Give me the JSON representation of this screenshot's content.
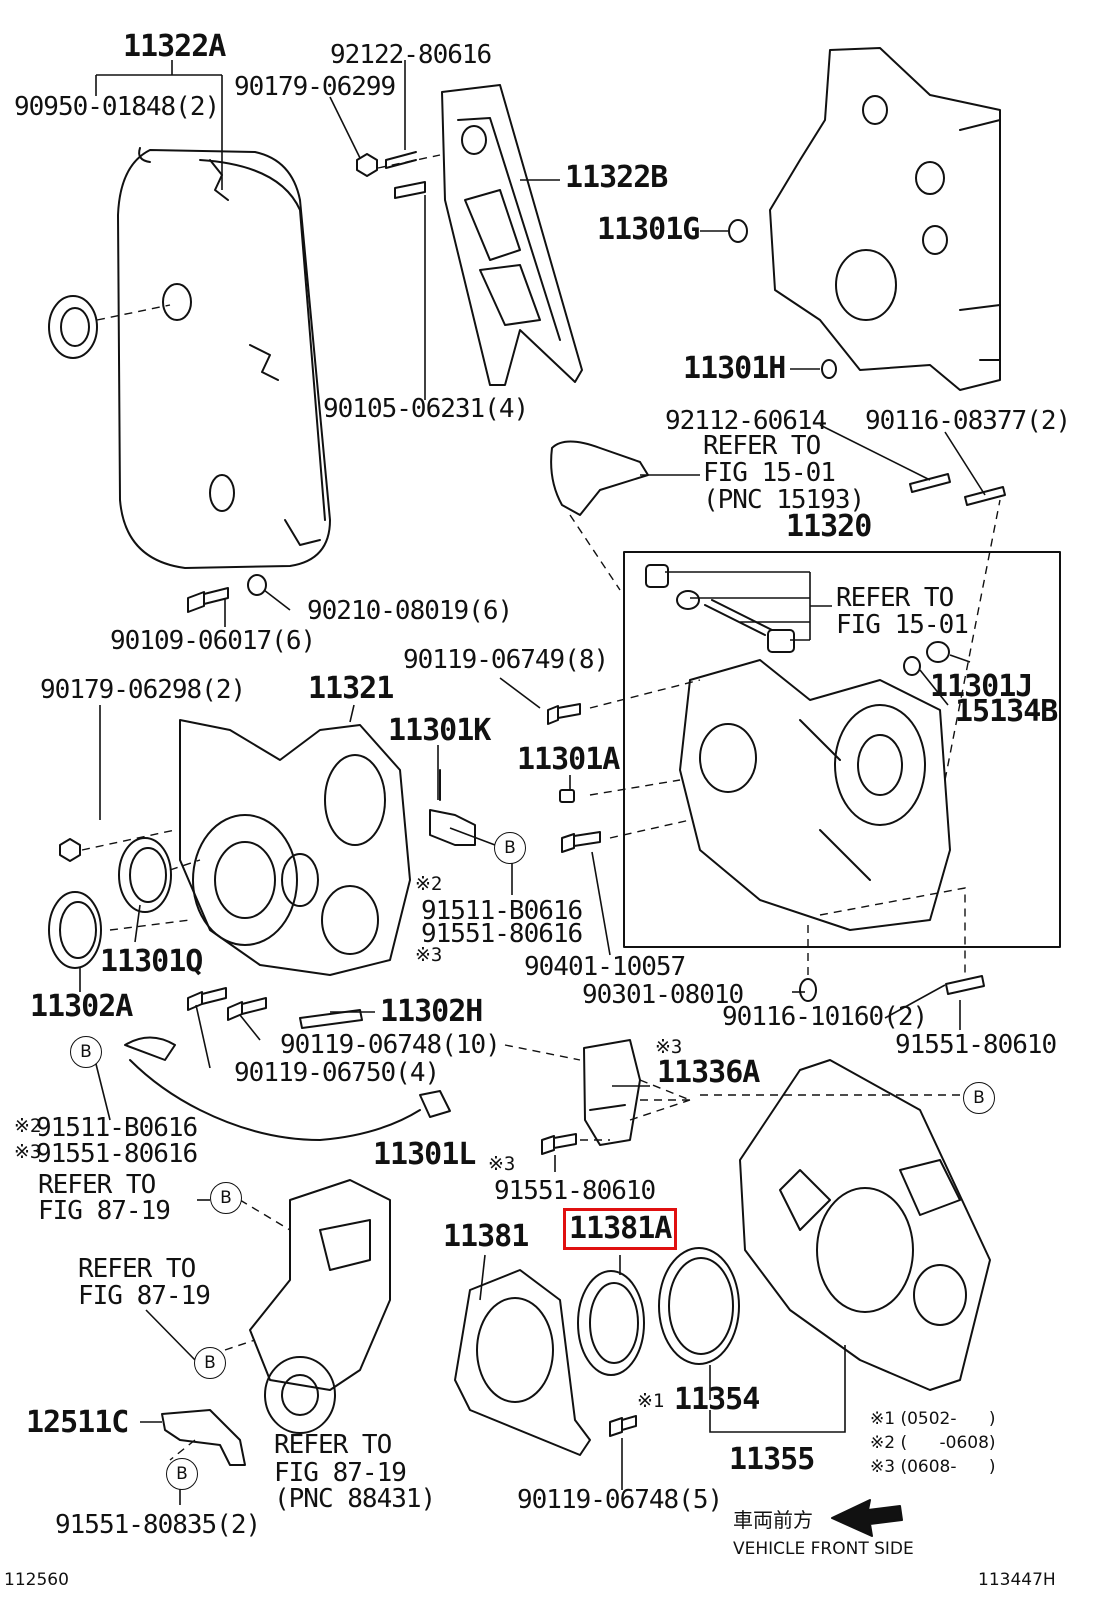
{
  "parts": {
    "p11322A": "11322A",
    "p90950": "90950-01848(2)",
    "p92122": "92122-80616",
    "p90179_06299": "90179-06299",
    "p11322B": "11322B",
    "p11301G": "11301G",
    "p11301H": "11301H",
    "p90105": "90105-06231(4)",
    "p92112": "92112-60614",
    "p90116_08377": "90116-08377(2)",
    "p11320": "11320",
    "p90109": "90109-06017(6)",
    "p90210": "90210-08019(6)",
    "p90119_06749": "90119-06749(8)",
    "p90179_06298": "90179-06298(2)",
    "p11321": "11321",
    "p11301K": "11301K",
    "p11301A": "11301A",
    "p11301J": "11301J",
    "p15134B": "15134B",
    "p11301Q": "11301Q",
    "p11302A": "11302A",
    "p91511_a": "91511-B0616",
    "p91551_a": "91551-80616",
    "p90401": "90401-10057",
    "p90301": "90301-08010",
    "p90116_10160": "90116-10160(2)",
    "p91551_80610_a": "91551-80610",
    "p11302H": "11302H",
    "p90119_06748_10": "90119-06748(10)",
    "p90119_06750": "90119-06750(4)",
    "p11336A": "11336A",
    "p91511_b": "91511-B0616",
    "p91551_b": "91551-80616",
    "p11301L": "11301L",
    "p91551_80610_b": "91551-80610",
    "p11381": "11381",
    "p11381A": "11381A",
    "p11354": "11354",
    "p11355": "11355",
    "p12511C": "12511C",
    "p91551_80835": "91551-80835(2)",
    "p90119_06748_5": "90119-06748(5)"
  },
  "marks": {
    "m2": "※2",
    "m3": "※3",
    "m2b": "※2",
    "m3b": "※3",
    "m3c": "※3",
    "m3d": "※3",
    "m1": "※1"
  },
  "refs": {
    "r1_1": "REFER TO",
    "r1_2": "FIG 15-01",
    "r1_3": "(PNC 15193)",
    "r2_1": "REFER TO",
    "r2_2": "FIG 15-01",
    "r3_1": "REFER TO",
    "r3_2": "FIG 87-19",
    "r4_1": "REFER TO",
    "r4_2": "FIG 87-19",
    "r5_1": "REFER TO",
    "r5_2": "FIG 87-19",
    "r5_3": "(PNC 88431)"
  },
  "bubble_letter": "B",
  "legend": {
    "l1": "※1 (0502-      )",
    "l2": "※2 (      -0608)",
    "l3": "※3 (0608-      )"
  },
  "front": {
    "jp": "車両前方",
    "en": "VEHICLE FRONT SIDE"
  },
  "corner_left": "112560",
  "corner_right": "113447H",
  "highlight_color": "#e01010"
}
